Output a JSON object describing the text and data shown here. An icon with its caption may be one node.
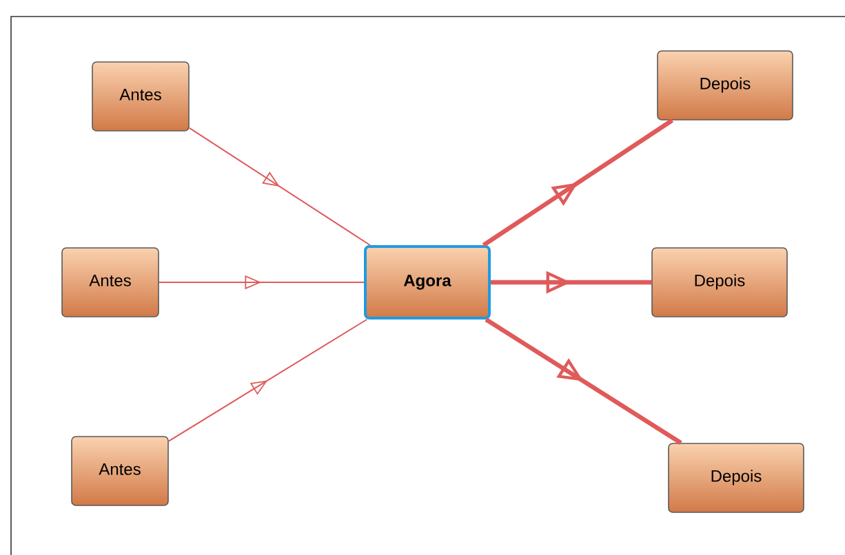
{
  "diagram": {
    "nodes": [
      {
        "text": [
          "Antes"
        ]
      },
      {
        "text": [
          "Antes"
        ]
      },
      {
        "text": [
          "Antes"
        ]
      },
      {
        "text": [
          "Agora"
        ]
      },
      {
        "text": [
          "Depois"
        ]
      },
      {
        "text": [
          "Depois"
        ]
      },
      {
        "text": [
          "Depois"
        ]
      }
    ],
    "edges": [
      {
        "from": 0,
        "to": 3,
        "arrow": "to"
      },
      {
        "from": 1,
        "to": 3,
        "arrow": "to"
      },
      {
        "from": 2,
        "to": 3,
        "arrow": "to"
      },
      {
        "from": 3,
        "to": 4,
        "arrow": "to",
        "style": "thick"
      },
      {
        "from": 3,
        "to": 5,
        "arrow": "to",
        "style": "thick"
      },
      {
        "from": 3,
        "to": 6,
        "arrow": "to",
        "style": "thick"
      }
    ]
  }
}
